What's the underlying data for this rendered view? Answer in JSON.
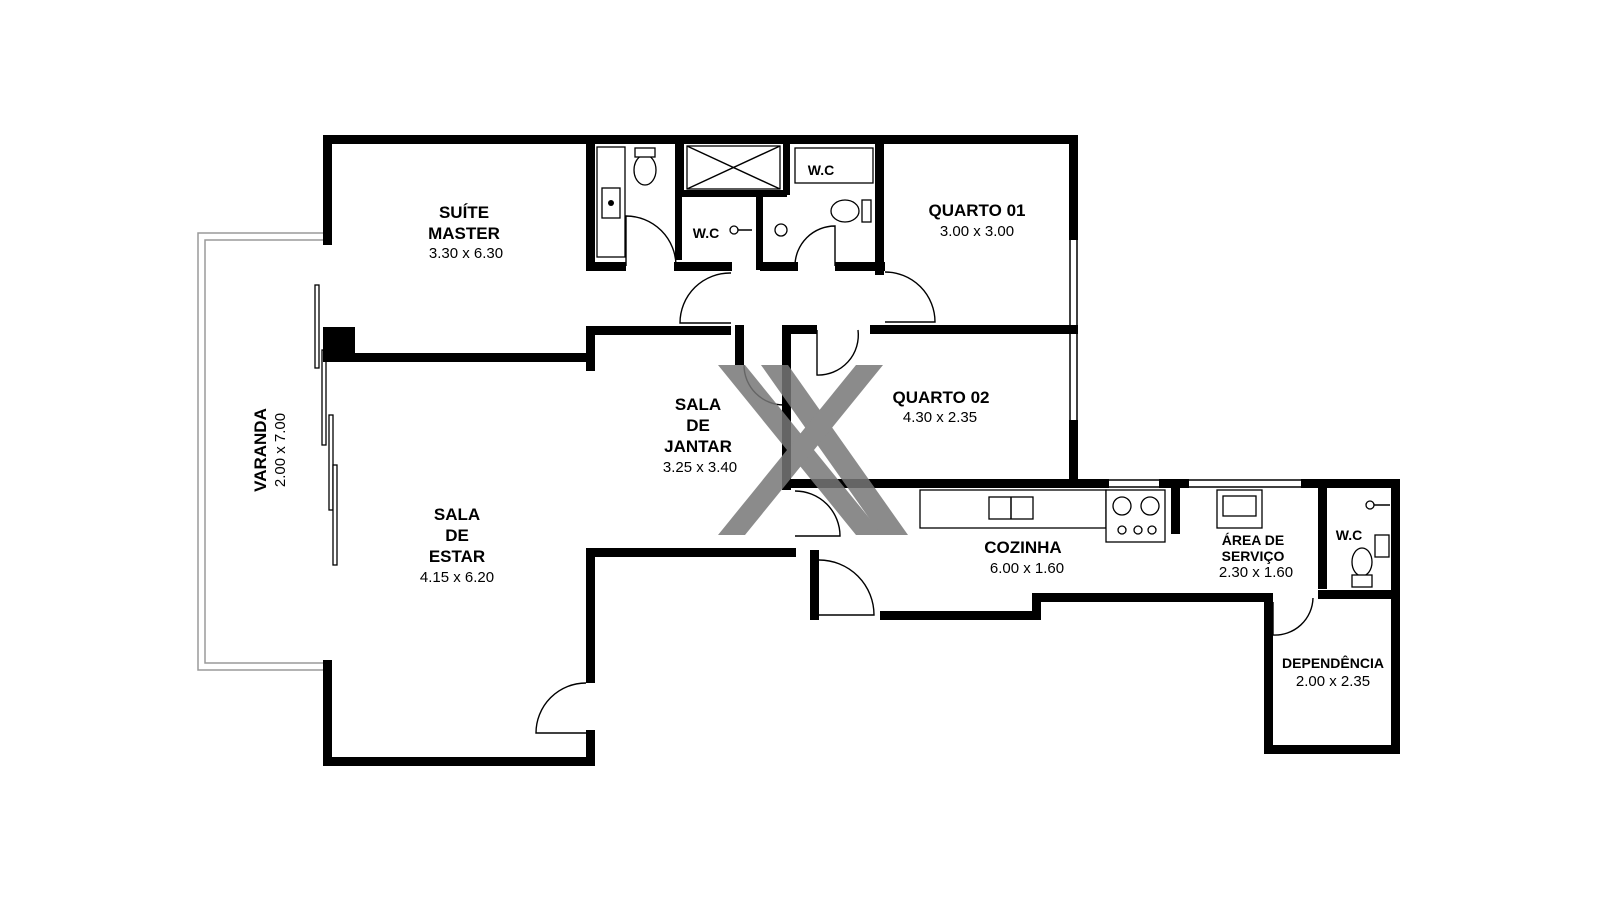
{
  "rooms": {
    "suite_master": {
      "name_line1": "SUÍTE",
      "name_line2": "MASTER",
      "dims": "3.30 x 6.30"
    },
    "quarto01": {
      "name": "QUARTO 01",
      "dims": "3.00 x 3.00"
    },
    "quarto02": {
      "name": "QUARTO 02",
      "dims": "4.30 x 2.35"
    },
    "sala_jantar": {
      "name_line1": "SALA",
      "name_line2": "DE",
      "name_line3": "JANTAR",
      "dims": "3.25 x 3.40"
    },
    "sala_estar": {
      "name_line1": "SALA",
      "name_line2": "DE",
      "name_line3": "ESTAR",
      "dims": "4.15 x 6.20"
    },
    "varanda": {
      "name": "VARANDA",
      "dims": "2.00 x 7.00"
    },
    "cozinha": {
      "name": "COZINHA",
      "dims": "6.00 x 1.60"
    },
    "area_servico": {
      "name_line1": "ÁREA DE",
      "name_line2": "SERVIÇO",
      "dims": "2.30 x 1.60"
    },
    "dependencia": {
      "name": "DEPENDÊNCIA",
      "dims": "2.00 x 2.35"
    },
    "wc_upper": {
      "name": "W.C"
    },
    "wc_middle": {
      "name": "W.C"
    },
    "wc_service": {
      "name": "W.C"
    }
  },
  "colors": {
    "wall": "#000000",
    "watermark": "#7a7a7a",
    "railing": "#9a9a9a"
  }
}
